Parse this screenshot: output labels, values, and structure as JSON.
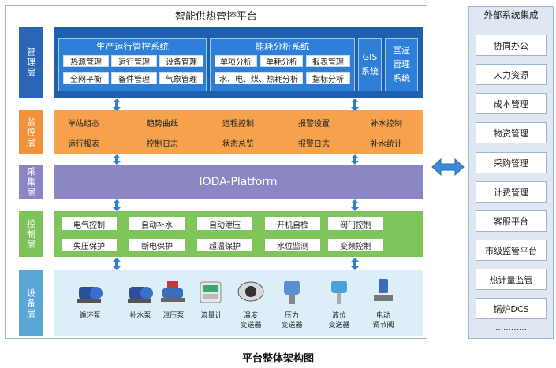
{
  "title": "智能供热管控平台",
  "layers": {
    "management": "管理层",
    "monitoring": "监控层",
    "collection": "采集层",
    "control": "控制层",
    "device": "设备层"
  },
  "management": {
    "production": {
      "title": "生产运行管控系统",
      "items": [
        "热源管理",
        "运行管理",
        "设备管理",
        "全网平衡",
        "备件管理",
        "气象管理"
      ]
    },
    "energy": {
      "title": "能耗分析系统",
      "items": [
        "单项分析",
        "单耗分析",
        "报表管理",
        "水、电、煤、热耗分析",
        "指标分析"
      ]
    },
    "gis": "GIS系统",
    "indoor": "室温管理系统"
  },
  "monitoring": {
    "row1": [
      "单站组态",
      "趋势曲线",
      "远程控制",
      "报警设置",
      "补水控制"
    ],
    "row2": [
      "运行报表",
      "控制日志",
      "状态总览",
      "报警日志",
      "补水统计"
    ]
  },
  "collection": {
    "platform": "IODA-Platform"
  },
  "control": {
    "row1": [
      "电气控制",
      "自动补水",
      "自动泄压",
      "开机自检",
      "阀门控制"
    ],
    "row2": [
      "失压保护",
      "断电保护",
      "超温保护",
      "水位监测",
      "变频控制"
    ]
  },
  "devices": [
    {
      "label": "循环泵",
      "icon": "pump-icon"
    },
    {
      "label": "补水泵",
      "icon": "pump-icon"
    },
    {
      "label": "泄压泵",
      "icon": "valve-icon"
    },
    {
      "label": "流量计",
      "icon": "flowmeter-icon"
    },
    {
      "label": "温度\n变送器",
      "icon": "thermometer-icon"
    },
    {
      "label": "压力\n变送器",
      "icon": "pressure-gauge-icon"
    },
    {
      "label": "液位\n变送器",
      "icon": "level-sensor-icon"
    },
    {
      "label": "电动\n调节阀",
      "icon": "actuator-icon"
    }
  ],
  "external": {
    "title": "外部系统集成",
    "items": [
      "协同办公",
      "人力资源",
      "成本管理",
      "物资管理",
      "采购管理",
      "计费管理",
      "客服平台",
      "市级监管平台",
      "热计量监管",
      "锅炉DCS"
    ],
    "more": "…………"
  },
  "caption": "平台整体架构图",
  "colors": {
    "management": "#1e5fb0",
    "monitoring": "#f6a24c",
    "collection": "#8b87c4",
    "control": "#7fc55c",
    "device": "#dceef7",
    "arrow": "#2d7fd8"
  }
}
